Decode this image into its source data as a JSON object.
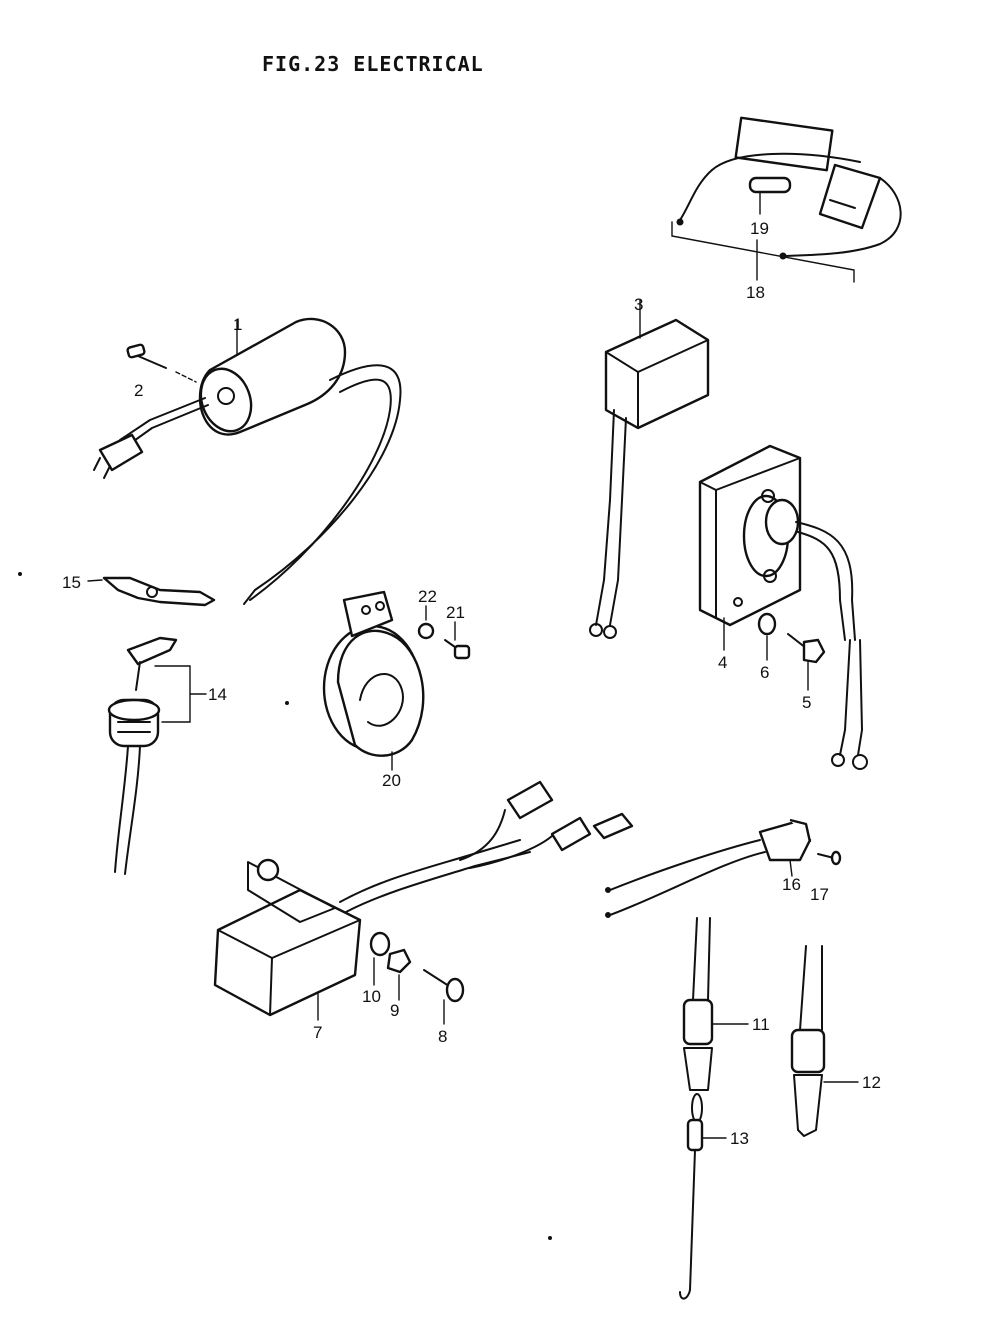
{
  "figure": {
    "title": "FIG.23  ELECTRICAL"
  },
  "callouts": [
    {
      "id": "c1",
      "text": "1"
    },
    {
      "id": "c2",
      "text": "2"
    },
    {
      "id": "c3",
      "text": "3"
    },
    {
      "id": "c4",
      "text": "4"
    },
    {
      "id": "c5",
      "text": "5"
    },
    {
      "id": "c6",
      "text": "6"
    },
    {
      "id": "c7",
      "text": "7"
    },
    {
      "id": "c8",
      "text": "8"
    },
    {
      "id": "c9",
      "text": "9"
    },
    {
      "id": "c10",
      "text": "10"
    },
    {
      "id": "c11",
      "text": "11"
    },
    {
      "id": "c12",
      "text": "12"
    },
    {
      "id": "c13",
      "text": "13"
    },
    {
      "id": "c14",
      "text": "14"
    },
    {
      "id": "c15",
      "text": "15"
    },
    {
      "id": "c16",
      "text": "16"
    },
    {
      "id": "c17",
      "text": "17"
    },
    {
      "id": "c18",
      "text": "18"
    },
    {
      "id": "c19",
      "text": "19"
    },
    {
      "id": "c20",
      "text": "20"
    },
    {
      "id": "c21",
      "text": "21"
    },
    {
      "id": "c22",
      "text": "22"
    }
  ]
}
